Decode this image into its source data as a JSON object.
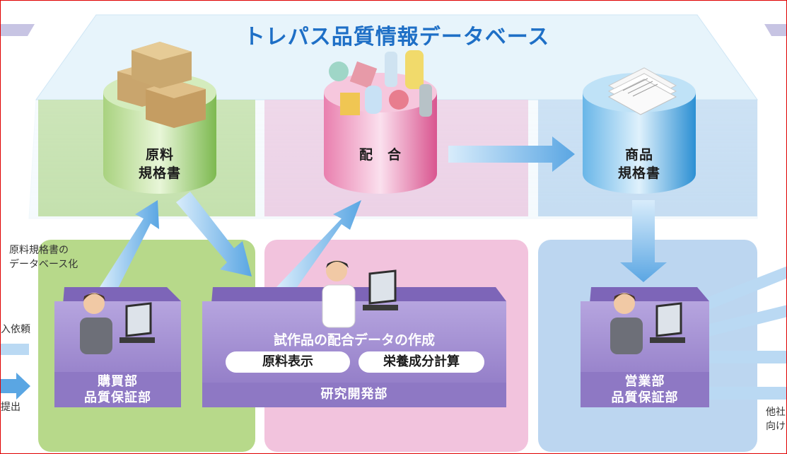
{
  "diagram": {
    "title": "トレパス品質情報データベース",
    "databases": [
      {
        "id": "raw-spec",
        "label": "原料\n規格書",
        "color": "#8bc35e"
      },
      {
        "id": "formulation",
        "label": "配　合",
        "color": "#e47aa8"
      },
      {
        "id": "product-spec",
        "label": "商品\n規格書",
        "color": "#3ea0dd"
      }
    ],
    "departments": [
      {
        "id": "purchasing",
        "label": "購買部\n品質保証部"
      },
      {
        "id": "rnd",
        "label": "研究開発部",
        "caption": "試作品の配合データの作成",
        "buttons": [
          "原料表示",
          "栄養成分計算"
        ]
      },
      {
        "id": "sales",
        "label": "営業部\n品質保証部"
      }
    ],
    "side_notes": {
      "raw_db_note": "原料規格書の\nデータベース化",
      "left_request": "入依頼",
      "left_submit": "提出",
      "right_other": "他社\n向け"
    },
    "colors": {
      "title": "#1e6fc6",
      "green_panel": "#b7d98a",
      "pink_panel": "#f2c3dd",
      "blue_panel": "#bcd6f0",
      "purple": "#8e78c4"
    }
  }
}
